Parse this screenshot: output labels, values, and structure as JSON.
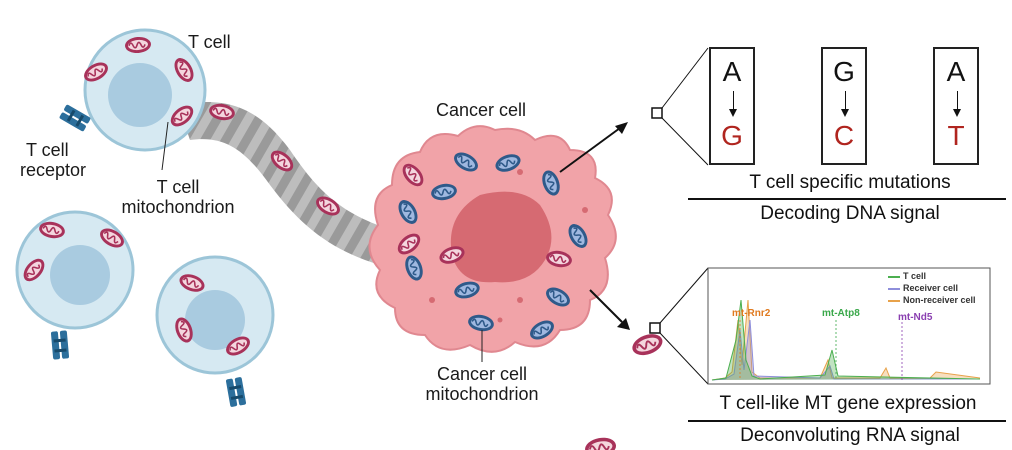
{
  "labels": {
    "t_cell": "T cell",
    "t_cell_receptor_1": "T cell",
    "t_cell_receptor_2": "receptor",
    "t_cell_mito_1": "T cell",
    "t_cell_mito_2": "mitochondrion",
    "cancer_cell": "Cancer cell",
    "cancer_mito_1": "Cancer cell",
    "cancer_mito_2": "mitochondrion"
  },
  "mutations": [
    {
      "from": "A",
      "to": "G"
    },
    {
      "from": "G",
      "to": "C"
    },
    {
      "from": "A",
      "to": "T"
    }
  ],
  "dna_panel": {
    "title": "T cell specific mutations",
    "subtitle": "Decoding DNA signal"
  },
  "rna_panel": {
    "title": "T cell-like MT gene expression",
    "subtitle": "Deconvoluting RNA signal",
    "legend": [
      {
        "name": "T cell",
        "color": "#4caf50"
      },
      {
        "name": "Receiver cell",
        "color": "#8e8edb"
      },
      {
        "name": "Non-receiver cell",
        "color": "#e8a24a"
      }
    ],
    "genes": [
      {
        "name": "mt-Rnr2",
        "color": "#e07a1f"
      },
      {
        "name": "mt-Atp8",
        "color": "#3aa84a"
      },
      {
        "name": "mt-Nd5",
        "color": "#8a3fb0"
      }
    ]
  },
  "colors": {
    "cell_fill": "#d6e9f2",
    "nucleus": "#a9cbe0",
    "mito": "#a8325a",
    "cancer": "#f1a3a8",
    "cancer_nucleus": "#d66a72",
    "receptor": "#2c6f9c"
  }
}
